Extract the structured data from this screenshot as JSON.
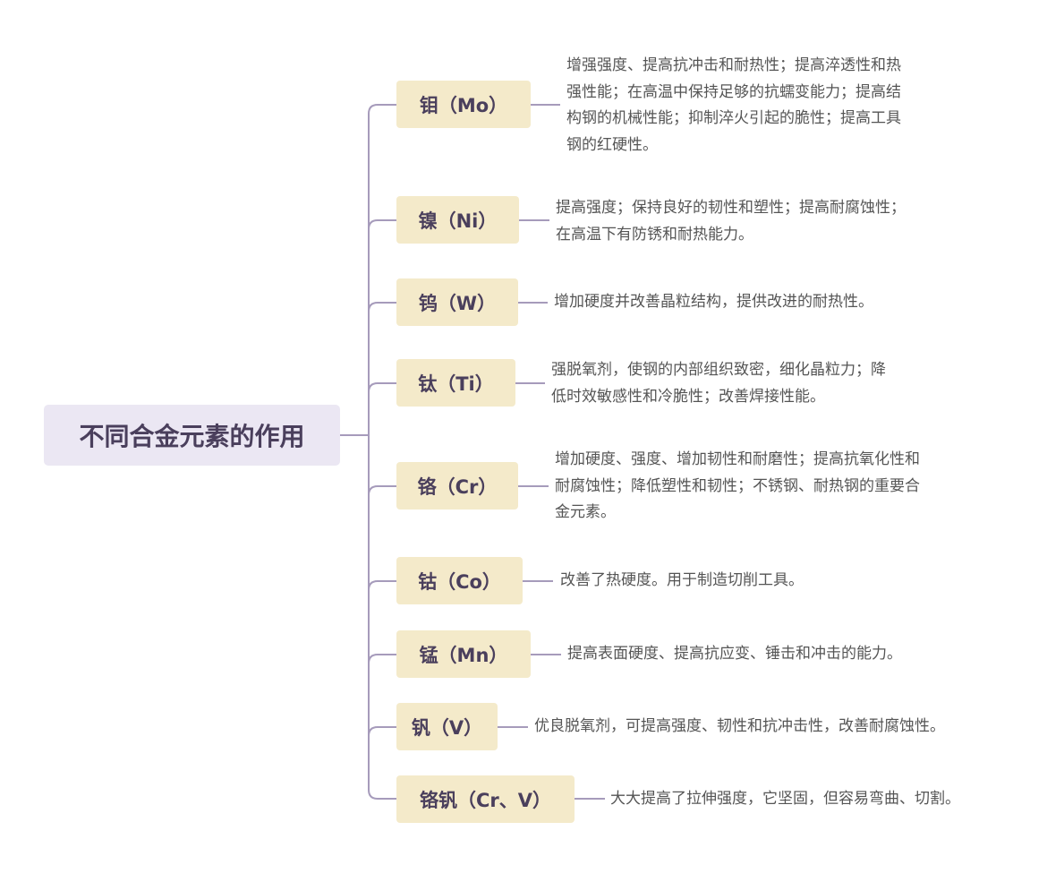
{
  "root": {
    "label": "不同合金元素的作用"
  },
  "colors": {
    "line": "#a69bbb",
    "root_bg": "#ebe7f3",
    "node_bg": "#f4eaca",
    "node_text": "#4a3f5c",
    "desc_text": "#555555"
  },
  "nodes": [
    {
      "label": "钼（Mo）",
      "desc": [
        "增强强度、提高抗冲击和耐热性；提高淬透性和热",
        "强性能；在高温中保持足够的抗蠕变能力；提高结",
        "构钢的机械性能；抑制淬火引起的脆性；提高工具",
        "钢的红硬性。"
      ]
    },
    {
      "label": "镍（Ni）",
      "desc": [
        "提高强度；保持良好的韧性和塑性；提高耐腐蚀性；",
        "在高温下有防锈和耐热能力。"
      ]
    },
    {
      "label": "钨（W）",
      "desc": [
        "增加硬度并改善晶粒结构，提供改进的耐热性。"
      ]
    },
    {
      "label": "钛（Ti）",
      "desc": [
        "强脱氧剂，使钢的内部组织致密，细化晶粒力；降",
        "低时效敏感性和冷脆性；改善焊接性能。"
      ]
    },
    {
      "label": "铬（Cr）",
      "desc": [
        "增加硬度、强度、增加韧性和耐磨性；提高抗氧化性和",
        "耐腐蚀性；降低塑性和韧性；不锈钢、耐热钢的重要合",
        "金元素。"
      ]
    },
    {
      "label": "钴（Co）",
      "desc": [
        "改善了热硬度。用于制造切削工具。"
      ]
    },
    {
      "label": "锰（Mn）",
      "desc": [
        "提高表面硬度、提高抗应变、锤击和冲击的能力。"
      ]
    },
    {
      "label": "钒（V）",
      "desc": [
        "优良脱氧剂，可提高强度、韧性和抗冲击性，改善耐腐蚀性。"
      ]
    },
    {
      "label": "铬钒（Cr、V）",
      "desc": [
        "大大提高了拉伸强度，它坚固，但容易弯曲、切割。"
      ]
    }
  ]
}
